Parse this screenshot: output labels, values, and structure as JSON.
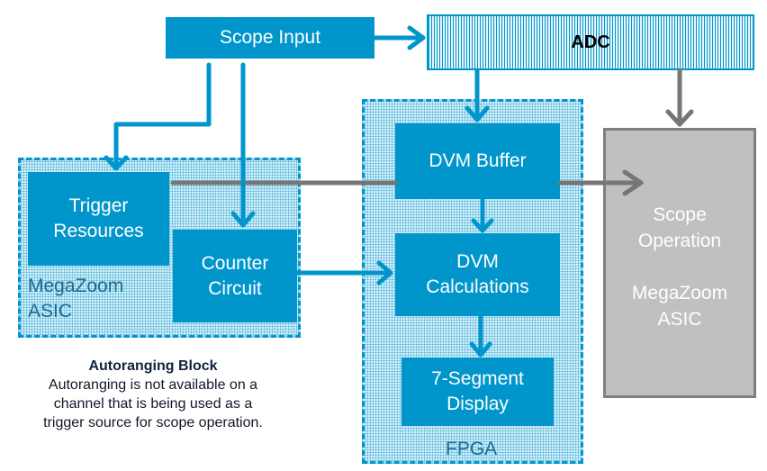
{
  "diagram": {
    "blocks": {
      "scope_input": "Scope Input",
      "adc": "ADC",
      "trigger_resources": [
        "Trigger",
        "Resources"
      ],
      "counter_circuit": [
        "Counter",
        "Circuit"
      ],
      "dvm_buffer": "DVM Buffer",
      "dvm_calculations": [
        "DVM",
        "Calculations"
      ],
      "seven_segment_display": [
        "7-Segment",
        "Display"
      ],
      "scope_operation": [
        "Scope",
        "Operation",
        "",
        "MegaZoom",
        "ASIC"
      ]
    },
    "regions": {
      "megazoom_asic": [
        "MegaZoom",
        "ASIC"
      ],
      "fpga": "FPGA"
    },
    "note": {
      "title": "Autoranging Block",
      "lines": [
        "Autoranging is not available on a",
        "channel that is being used as a",
        "trigger source for scope operation."
      ]
    },
    "colors": {
      "primary_blue": "#0096cc",
      "gray_path": "#767676",
      "scope_operation_fill": "#c0c0c0"
    }
  }
}
